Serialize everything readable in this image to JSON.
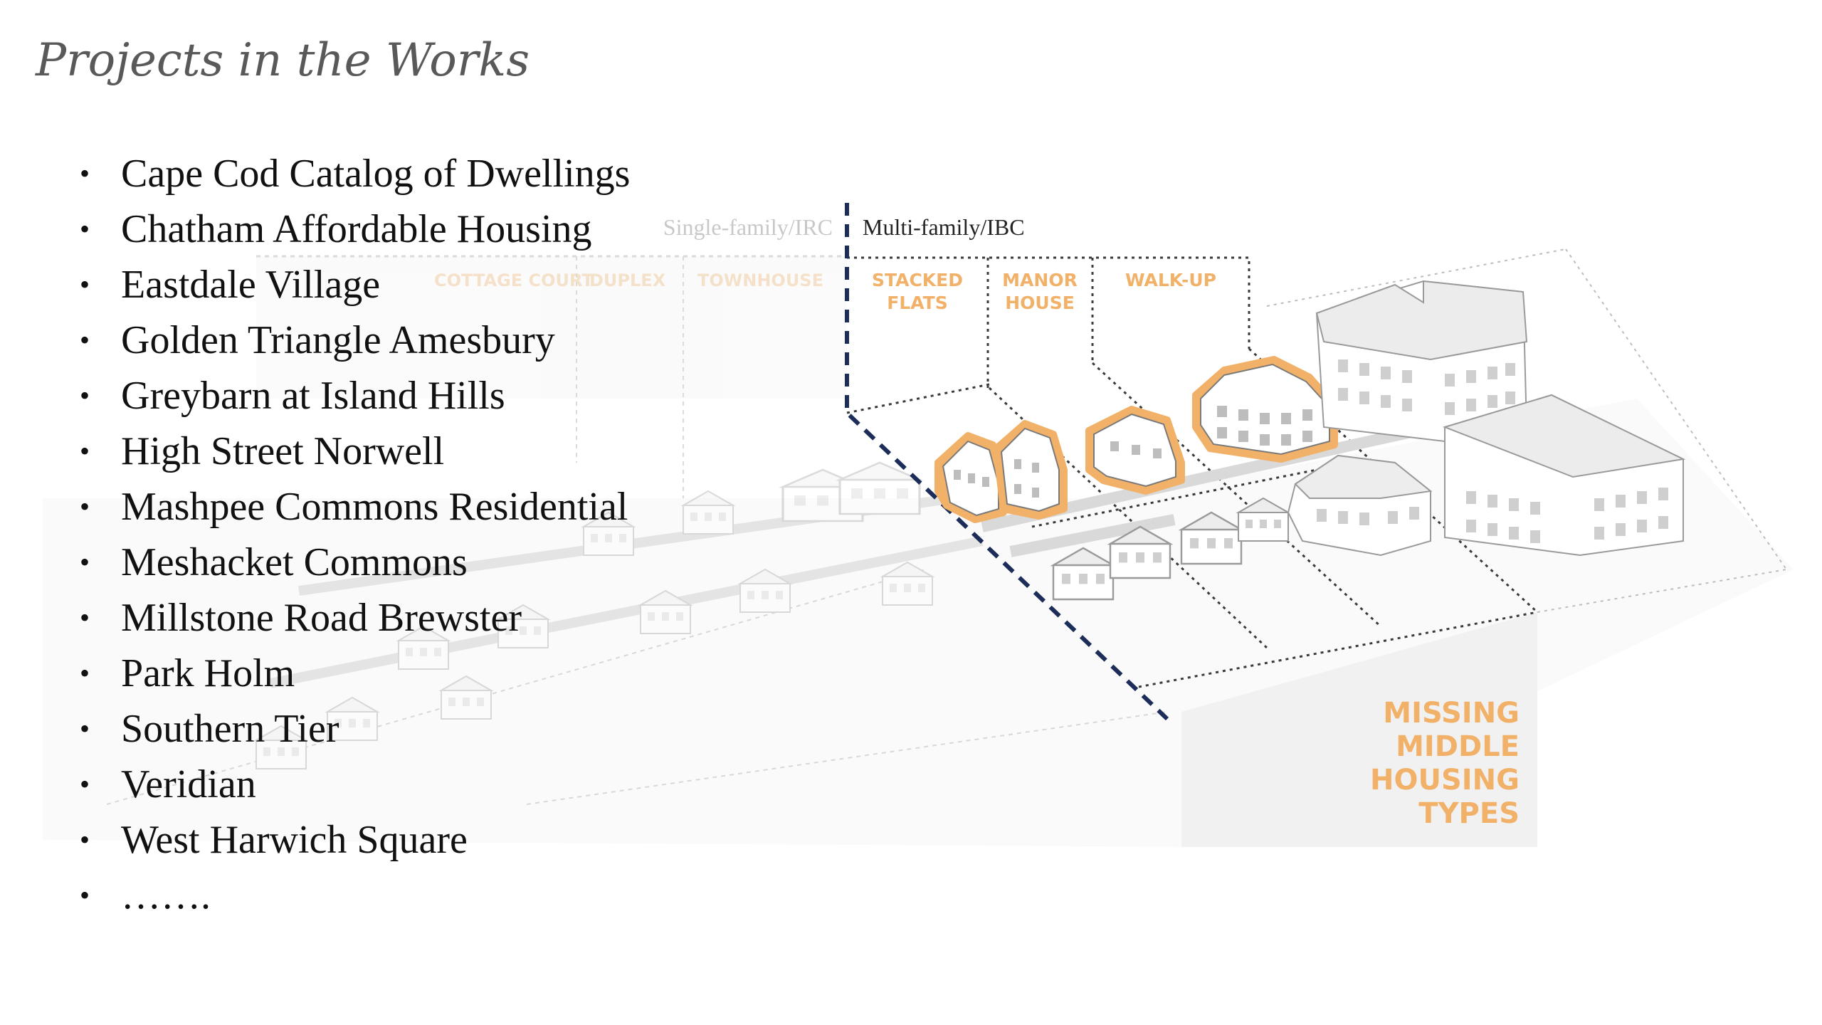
{
  "slide": {
    "title": "Projects in the Works",
    "projects": [
      "Cape Cod Catalog of Dwellings",
      "Chatham Affordable Housing",
      "Eastdale Village",
      "Golden Triangle Amesbury",
      "Greybarn at Island Hills",
      "High Street Norwell",
      "Mashpee Commons Residential",
      "Meshacket Commons",
      "Millstone Road Brewster",
      "Park Holm",
      "Southern Tier",
      "Veridian",
      "West Harwich Square",
      "……."
    ]
  },
  "diagram": {
    "left_code_label": "Single-family/IRC",
    "right_code_label": "Multi-family/IBC",
    "faded_types": [
      "COTTAGE COURT",
      "DUPLEX",
      "TOWNHOUSE"
    ],
    "highlighted_types": [
      {
        "line1": "STACKED",
        "line2": "FLATS"
      },
      {
        "line1": "MANOR",
        "line2": "HOUSE"
      },
      {
        "line1": "WALK-UP",
        "line2": ""
      }
    ],
    "callout_lines": [
      "MISSING",
      "MIDDLE",
      "HOUSING",
      "TYPES"
    ],
    "colors": {
      "accent_orange": "#f2b168",
      "navy_dashed": "#1c2d59",
      "building_gray": "#e8e8e8",
      "panel_gray": "#f1f1f1"
    }
  }
}
